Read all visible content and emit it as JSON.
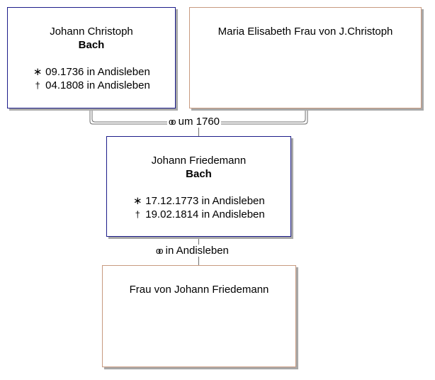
{
  "persons": {
    "father": {
      "given": "Johann Christoph",
      "surname": "Bach",
      "birth_symbol": "∗",
      "birth": "09.1736 in Andisleben",
      "death_symbol": "†",
      "death": "04.1808 in Andisleben"
    },
    "mother": {
      "name": "Maria Elisabeth Frau von J.Christoph"
    },
    "subject": {
      "given": "Johann Friedemann",
      "surname": "Bach",
      "birth_symbol": "∗",
      "birth": "17.12.1773 in Andisleben",
      "death_symbol": "†",
      "death": "19.02.1814 in Andisleben"
    },
    "spouse": {
      "name": "Frau von Johann Friedemann"
    }
  },
  "marriages": {
    "parents": {
      "symbol": "oo",
      "text": "um 1760"
    },
    "subject": {
      "symbol": "oo",
      "text": "in Andisleben"
    }
  },
  "colors": {
    "male_border": "#1c1c8a",
    "female_border": "#c89a80",
    "shadow": "#a8a8a8",
    "line": "#6e6e6e"
  }
}
